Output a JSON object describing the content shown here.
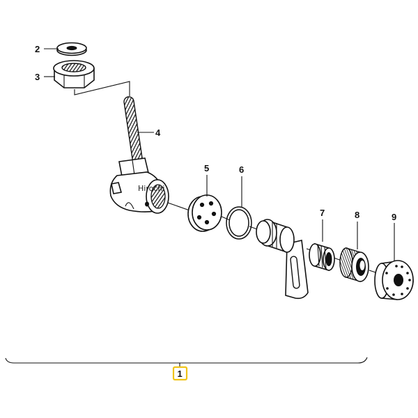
{
  "callouts": [
    "2",
    "3",
    "4",
    "5",
    "6",
    "7",
    "8",
    "9"
  ],
  "assembly_label": "1",
  "watermark": "Hirochi",
  "colors": {
    "highlight_box": "#f0c419",
    "line": "#111111",
    "background": "#ffffff"
  },
  "parts": [
    {
      "number": "2",
      "depicts": "washer"
    },
    {
      "number": "3",
      "depicts": "hex-nut"
    },
    {
      "number": "4",
      "depicts": "threaded-stem-fitting"
    },
    {
      "number": "5",
      "depicts": "perforated-disc"
    },
    {
      "number": "6",
      "depicts": "o-ring"
    },
    {
      "number": "7",
      "depicts": "spring"
    },
    {
      "number": "8",
      "depicts": "knurled-nut"
    },
    {
      "number": "9",
      "depicts": "cap"
    }
  ]
}
